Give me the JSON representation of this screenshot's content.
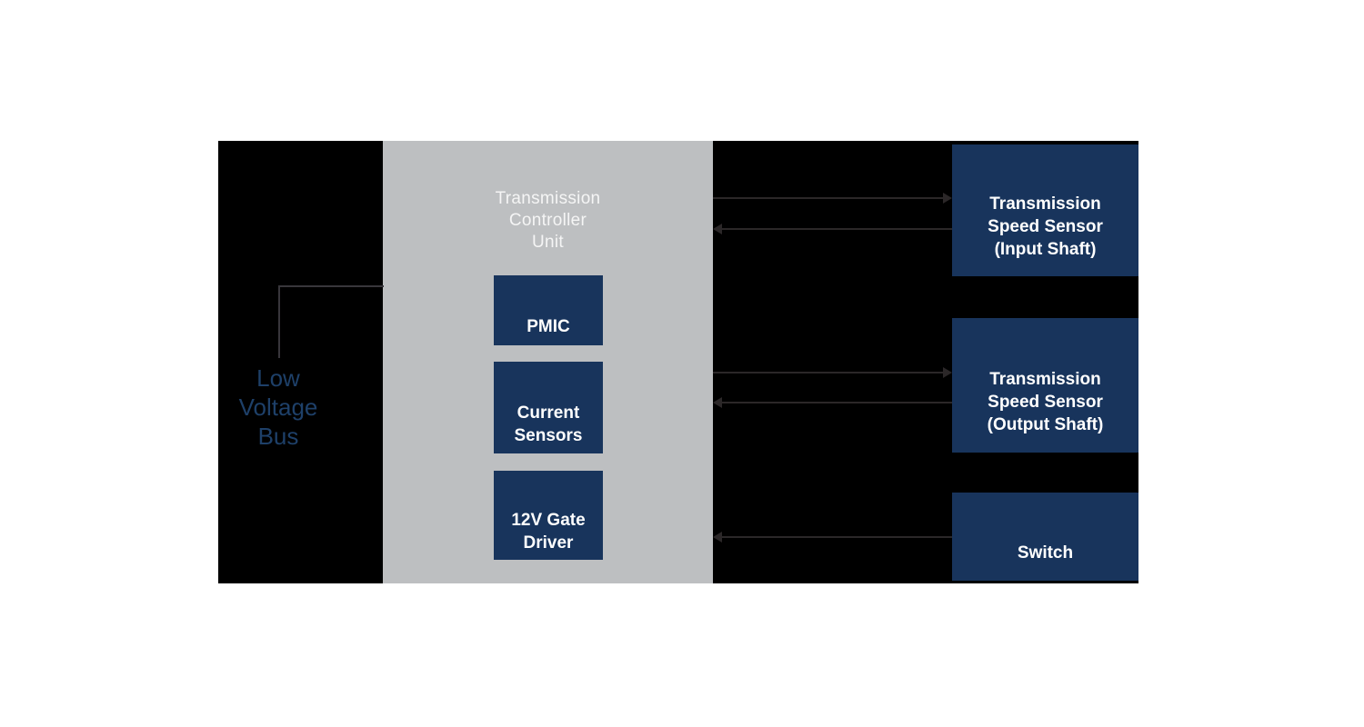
{
  "colors": {
    "background": "#ffffff",
    "black_field": "#000000",
    "gray_panel": "#bdbfc1",
    "navy_box": "#18345c",
    "white_text": "#ffffff",
    "title_text": "#f5f5f5",
    "bus_text": "#1e4069",
    "arrow": "#2b2728",
    "bracket": "#38363b"
  },
  "bus": {
    "label": "Low Voltage\nBus"
  },
  "controller": {
    "title": "Transmission\nController\nUnit",
    "modules": [
      {
        "id": "pmic",
        "label": "PMIC"
      },
      {
        "id": "current-sensors",
        "label": "Current\nSensors"
      },
      {
        "id": "12v-gate-driver",
        "label": "12V Gate\nDriver"
      }
    ]
  },
  "peripherals": [
    {
      "id": "speed-sensor-input-shaft",
      "label": "Transmission\nSpeed Sensor\n(Input Shaft)"
    },
    {
      "id": "speed-sensor-output-shaft",
      "label": "Transmission\nSpeed Sensor\n(Output Shaft)"
    },
    {
      "id": "switch",
      "label": "Switch"
    }
  ],
  "connections": [
    {
      "from": "transmission-controller-unit",
      "to": "speed-sensor-input-shaft",
      "type": "arrow"
    },
    {
      "from": "speed-sensor-input-shaft",
      "to": "transmission-controller-unit",
      "type": "arrow"
    },
    {
      "from": "transmission-controller-unit",
      "to": "speed-sensor-output-shaft",
      "type": "arrow"
    },
    {
      "from": "speed-sensor-output-shaft",
      "to": "transmission-controller-unit",
      "type": "arrow"
    },
    {
      "from": "switch",
      "to": "transmission-controller-unit",
      "type": "arrow"
    },
    {
      "from": "low-voltage-bus",
      "to": "transmission-controller-unit",
      "type": "line"
    }
  ]
}
